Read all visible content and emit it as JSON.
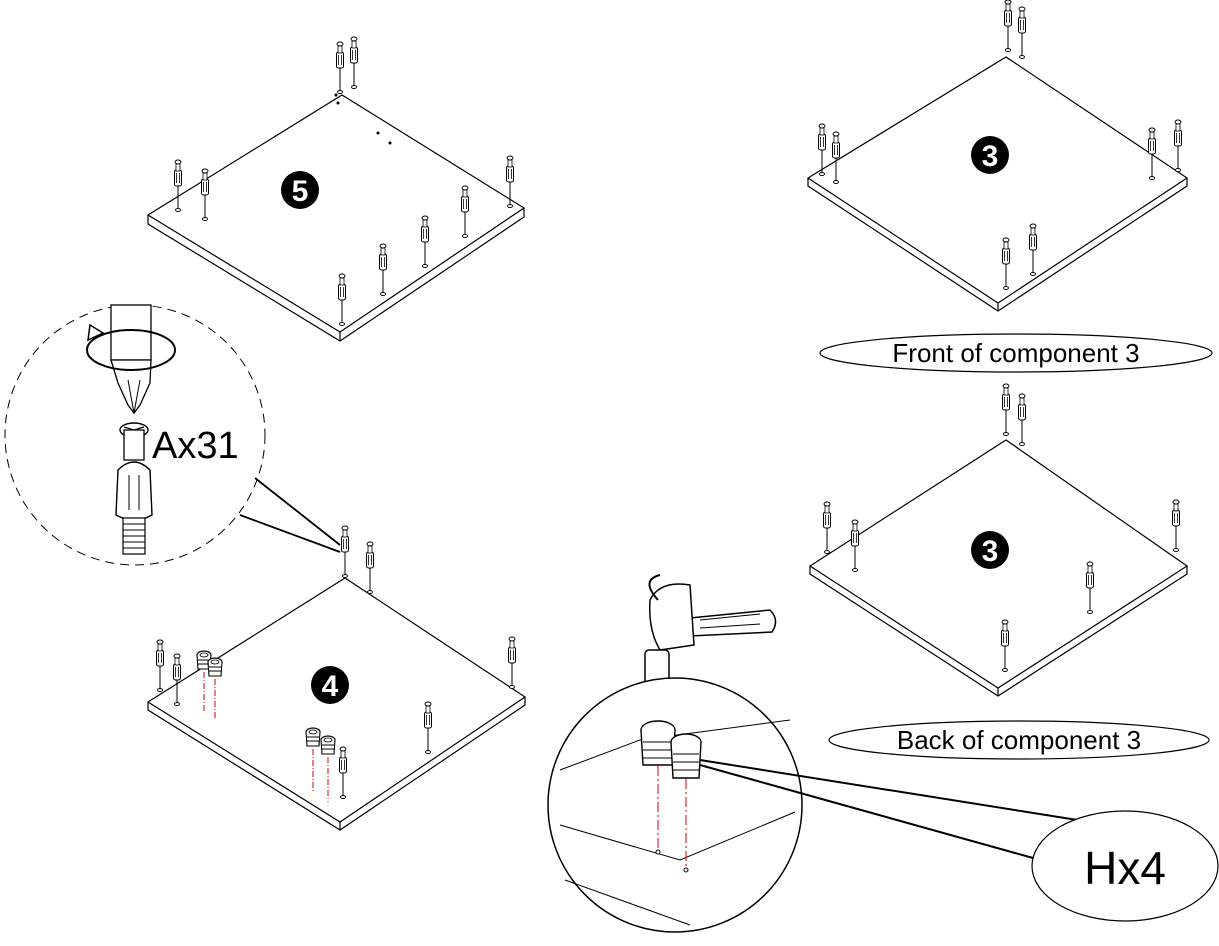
{
  "step_badges": {
    "panel_5": "5",
    "panel_3_front": "3",
    "panel_3_back": "3",
    "panel_4": "4"
  },
  "labels": {
    "front": "Front of component 3",
    "back": "Back of component 3",
    "cam_bolt_qty": "Ax31",
    "cam_nut_qty": "Hx4"
  },
  "colors": {
    "line": "#000000",
    "guide": "#d00000",
    "background": "#ffffff"
  }
}
